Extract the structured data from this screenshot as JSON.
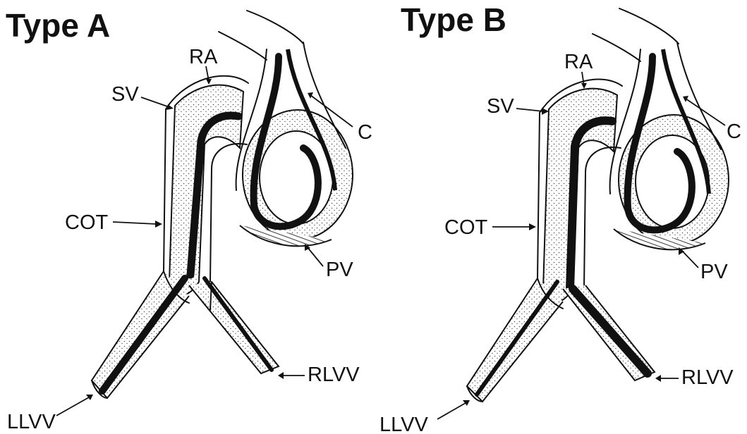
{
  "panels": [
    {
      "title": "Type A",
      "labels": {
        "ra": "RA",
        "sv": "SV",
        "c": "C",
        "cot": "COT",
        "pv": "PV",
        "rlvv": "RLVV",
        "llvv": "LLVV"
      }
    },
    {
      "title": "Type B",
      "labels": {
        "ra": "RA",
        "sv": "SV",
        "c": "C",
        "cot": "COT",
        "pv": "PV",
        "rlvv": "RLVV",
        "llvv": "LLVV"
      }
    }
  ],
  "colors": {
    "ink": "#111111",
    "stipple": "#555555",
    "background": "#ffffff"
  }
}
